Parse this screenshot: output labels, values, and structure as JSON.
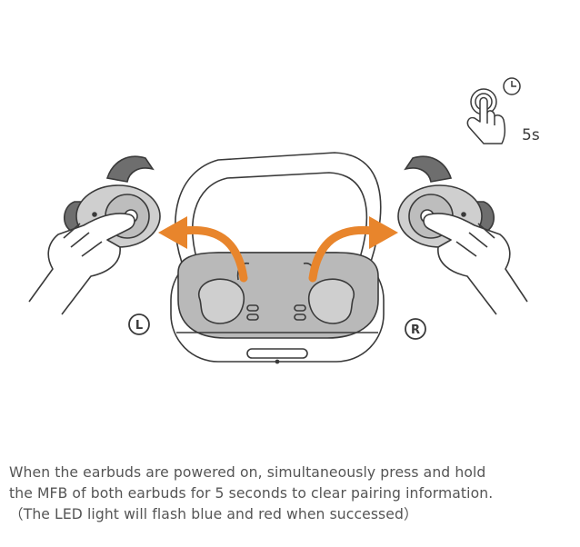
{
  "diagram": {
    "left_label": "L",
    "right_label": "R",
    "duration_label": "5s",
    "icons": [
      "clock-icon",
      "press-hand-icon",
      "left-hand-icon",
      "right-hand-icon",
      "charging-case-icon",
      "left-earbud-icon",
      "right-earbud-icon",
      "arrow-left-icon",
      "arrow-right-icon"
    ],
    "colors": {
      "arrow": "#E8852C",
      "outline": "#3a3a3a",
      "earbud_body": "#cfcfcf",
      "earbud_dark": "#6e6e6e",
      "case_tray": "#b9b9b9"
    }
  },
  "caption": {
    "line1": "When the earbuds are powered on, simultaneously press and hold",
    "line2": "the MFB of both earbuds for 5 seconds to clear pairing information.",
    "line3": "（The LED light will flash blue and red when successed）"
  }
}
